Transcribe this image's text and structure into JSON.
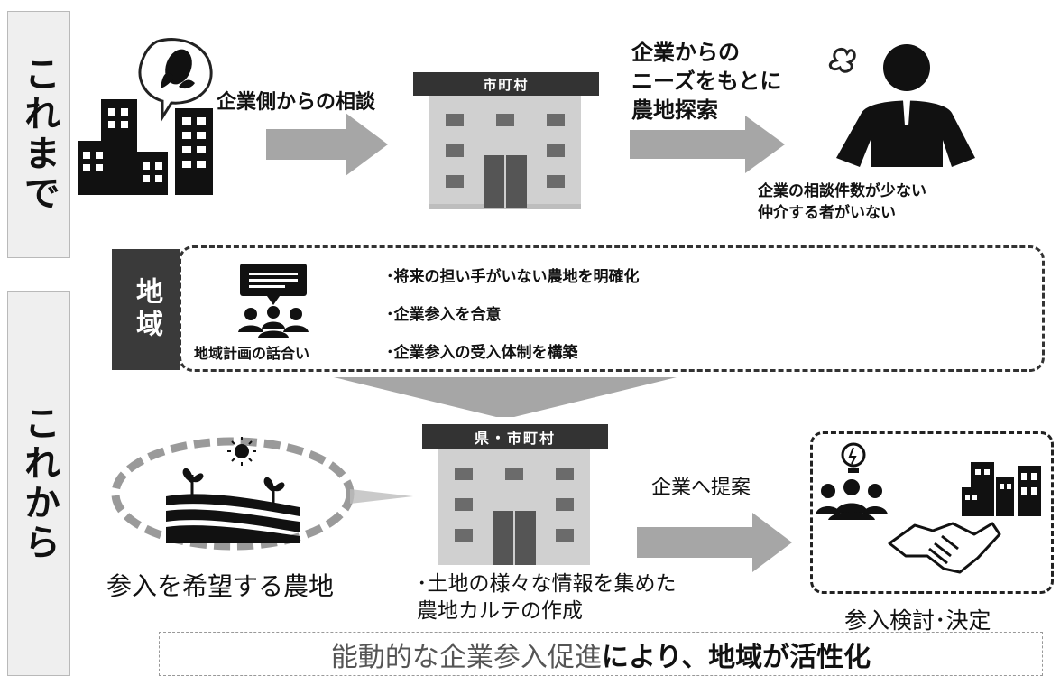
{
  "side_labels": {
    "before": "これまで",
    "after": "これから"
  },
  "before": {
    "arrow1_label": "企業側からの相談",
    "building_sign": "市町村",
    "arrow2_label": "企業からの\nニーズをもとに\n農地探索",
    "problem_text": "企業の相談件数が少ない\n仲介する者がいない"
  },
  "region": {
    "tag": "地域",
    "meeting_caption": "地域計画の話合い",
    "bullets": [
      "･将来の担い手がいない農地を明確化",
      "･企業参入を合意",
      "･企業参入の受入体制を構築"
    ]
  },
  "after": {
    "farmland_label": "参入を希望する農地",
    "building_sign": "県・市町村",
    "building_caption": "･土地の様々な情報を集めた\n農地カルテの作成",
    "arrow_label": "企業へ提案",
    "decision_label": "参入検討･決定"
  },
  "footer": {
    "highlight": "能動的な企業参入促進",
    "rest": "により、地域が活性化"
  },
  "colors": {
    "arrow_gray": "#a6a6a6",
    "dark": "#2b2b2b",
    "building": "#cfcfcf"
  }
}
